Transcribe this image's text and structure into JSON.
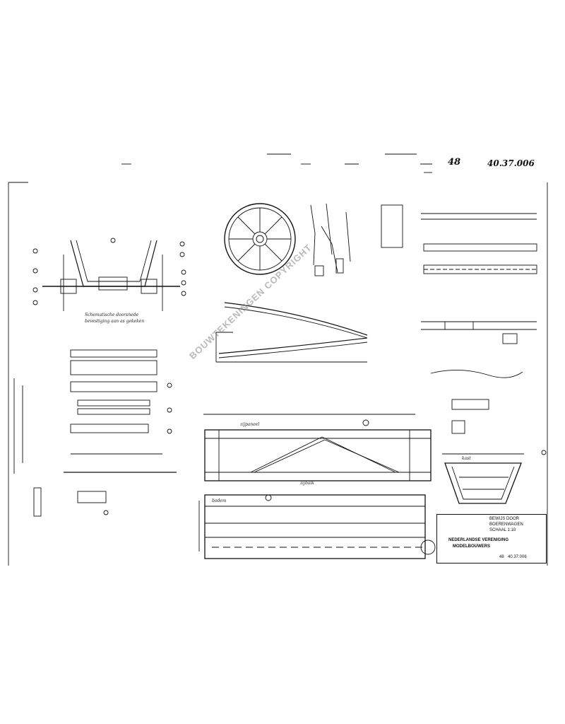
{
  "sheet": {
    "ref_left": "48",
    "ref_right": "40.37.006"
  },
  "captions": {
    "wheel_detail": "Schematische doorsnede",
    "wheel_detail_2": "bevestiging aan as gekeken",
    "side_panel": "zijpaneel",
    "bottom": "bodem",
    "beam": "zijbalk",
    "trough": "kast"
  },
  "watermark": "BOUWTEKENINGEN COPYRIGHT",
  "title_block": {
    "line1": "BEWIJS DOOR",
    "line2": "BOERENWAGEN",
    "line3": "SCHAAL 1:10",
    "org1": "NEDERLANDSE VERENIGING",
    "org2": "MODELBOUWERS",
    "number": "40.37.006",
    "sheet_no": "48"
  },
  "colors": {
    "ink": "#111111",
    "paper": "#ffffff",
    "watermark": "#8a8a8a"
  }
}
